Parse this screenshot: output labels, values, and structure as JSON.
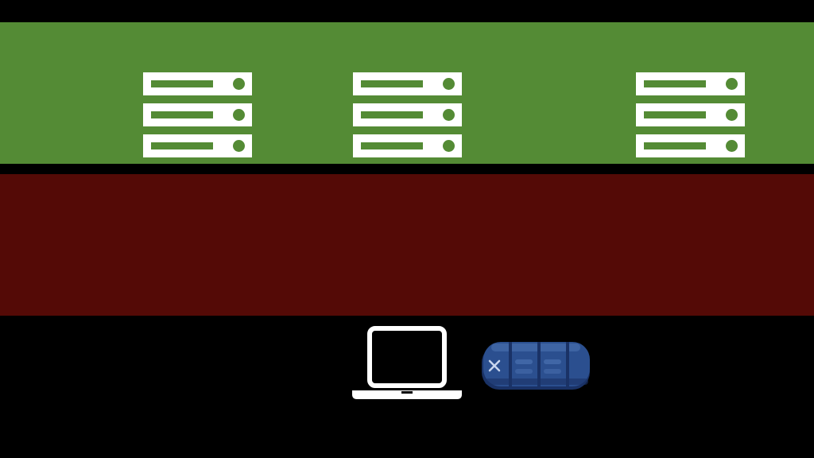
{
  "colors": {
    "background": "#000000",
    "top_zone": "#548b35",
    "bottom_zone": "#540a06",
    "server_body": "#ffffff",
    "server_accent": "#548b35",
    "device_icon": "#ffffff",
    "drive_body": "#2b4f8f",
    "drive_shadow": "#1a3266",
    "drive_highlight": "#4f76b5"
  },
  "top_zone": {
    "icon": "server-rack-icon",
    "stacks": [
      {
        "units": 3
      },
      {
        "units": 3
      },
      {
        "units": 3
      }
    ]
  },
  "bottom_zone": {},
  "devices": [
    {
      "icon": "laptop-icon"
    },
    {
      "icon": "rugged-drive-icon"
    }
  ]
}
